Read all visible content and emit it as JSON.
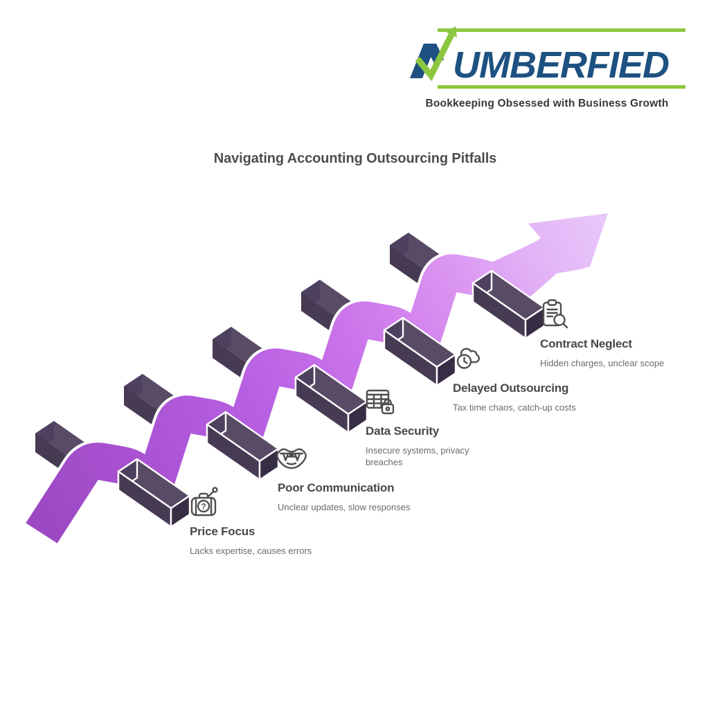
{
  "brand": {
    "name": "NUMBERFIED",
    "wordmark_rest": "UMBERFIED",
    "tagline": "Bookkeeping Obsessed with Business Growth",
    "blue": "#1d5181",
    "green": "#8dc63f"
  },
  "title": "Navigating Accounting Outsourcing Pitfalls",
  "ribbon": {
    "gradient": [
      "#9c48c2",
      "#a851d2",
      "#b75fe2",
      "#c973ea",
      "#d98ff0",
      "#e3b4f6",
      "#e8c9fa"
    ],
    "palette_bars": {
      "top": "#594b66",
      "front": "#473b54",
      "end_dark": "#372d45",
      "end_light": "#4e4160"
    }
  },
  "steps": [
    {
      "icon": "briefcase-question-icon",
      "title": "Price Focus",
      "subtitle": "Lacks expertise, causes errors"
    },
    {
      "icon": "mouth-fangs-icon",
      "title": "Poor Communication",
      "subtitle": "Unclear updates, slow responses"
    },
    {
      "icon": "table-lock-icon",
      "title": "Data Security",
      "subtitle": "Insecure systems, privacy breaches"
    },
    {
      "icon": "cloud-clock-icon",
      "title": "Delayed Outsourcing",
      "subtitle": "Tax time chaos, catch-up costs"
    },
    {
      "icon": "clipboard-magnifier-icon",
      "title": "Contract Neglect",
      "subtitle": "Hidden charges, unclear scope"
    }
  ]
}
